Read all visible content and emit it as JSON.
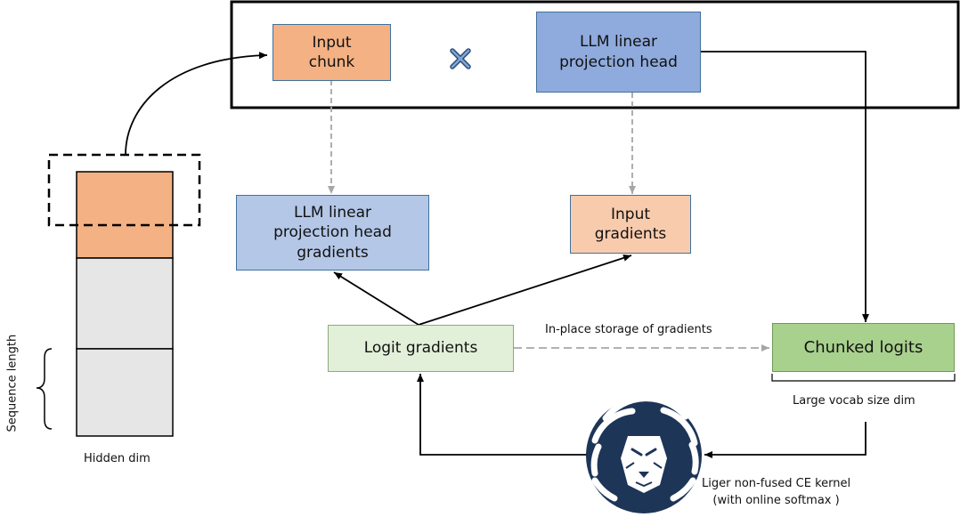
{
  "boxes": {
    "input_chunk": [
      "Input",
      "chunk"
    ],
    "llm_head": [
      "LLM linear",
      "projection head"
    ],
    "head_gradients": [
      "LLM linear",
      "projection head",
      "gradients"
    ],
    "input_gradients": [
      "Input",
      "gradients"
    ],
    "logit_gradients": "Logit gradients",
    "chunked_logits": "Chunked logits"
  },
  "labels": {
    "inplace_storage": "In-place storage of gradients",
    "large_vocab": "Large vocab size dim",
    "kernel": [
      "Liger non-fused CE kernel",
      "(with online softmax )"
    ],
    "hidden_dim": "Hidden dim",
    "sequence_length": "Sequence length",
    "multiply_symbol": "×"
  },
  "colors": {
    "orange": "#f4b183",
    "blue": "#8faadc",
    "light_blue": "#b4c7e7",
    "light_orange": "#f8cbad",
    "light_green": "#e2f0d9",
    "green": "#a9d18e",
    "gray": "#e6e6e6",
    "gray_arrow": "#a6a6a6",
    "logo_navy": "#1d3557"
  },
  "icons": {
    "logo": "liger-tiger-logo-icon",
    "multiply": "multiply-icon"
  }
}
